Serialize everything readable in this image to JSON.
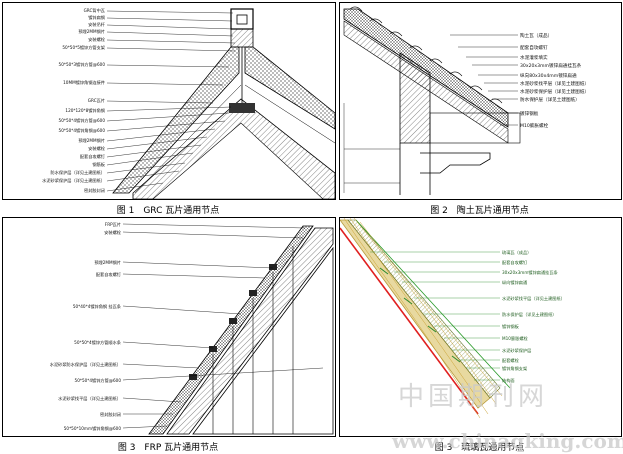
{
  "figures": [
    {
      "caption": "图 1　GRC 瓦片通用节点",
      "labels": [
        "GRC背中瓦",
        "镀锌扁钢",
        "安装吊杆",
        "预埋2MM钢片",
        "安装螺栓",
        "50*50*5镀锌方管支架",
        "50*50*3镀锌方管@600",
        "10MM镀锌角钢连接件",
        "GRC瓦片",
        "120*120*8镀锌角钢",
        "50*50*4镀锌方管@600",
        "50*50*4镀锌角钢@600",
        "预埋2MM钢片",
        "安装螺栓",
        "配套自攻螺钉",
        "钢筋板",
        "防水保护层（详见土建图纸）",
        "水泥砂浆保护层（详见土建图纸）",
        "密封胶封闭"
      ]
    },
    {
      "caption": "图 2　陶土瓦片通用节点",
      "labels": [
        "陶土瓦（成品）",
        "配套自攻螺钉",
        "水泥灌浆填实",
        "30x20x3mm镀锌扁通挂瓦条",
        "纵向80x30x4mm镀锌扁通",
        "水泥砂浆找平层（详见土建图纸）",
        "水泥砂浆保护层（详见土建图纸）",
        "防水保护层（详见土建图纸）",
        "镀锌钢板",
        "M10膨胀螺栓"
      ]
    },
    {
      "caption": "图 3　FRP 瓦片通用节点",
      "labels": [
        "FRP瓦片",
        "安装螺栓",
        "预埋2MM钢片",
        "配套自攻螺钉",
        "50*40*4镀锌角钢 挂瓦条",
        "50*50*4镀锌方管顺水条",
        "水泥砂浆防水保护层（详见土建图纸）",
        "50*50*4镀锌方管@600",
        "水泥砂浆找平层（详见土建图纸）",
        "密封胶封闭",
        "50*50*10mm镀锌角钢@600"
      ]
    },
    {
      "caption": "图 3　琉璃瓦通用节点",
      "labels": [
        "琉璃瓦（成品）",
        "配套自攻螺钉",
        "30x20x3mm镀锌扁通挂瓦条",
        "纵向镀锌扁通",
        "水泥砂浆找平层（详见土建图纸）",
        "防水保护层（详见土建图纸）",
        "镀锌钢板",
        "M10膨胀螺栓",
        "水泥砂浆保护层",
        "配套螺栓",
        "镀锌角钢支架",
        "结构面"
      ]
    }
  ],
  "watermark": {
    "brand": "中国期刊网",
    "url": "www.chinaqking.com"
  }
}
